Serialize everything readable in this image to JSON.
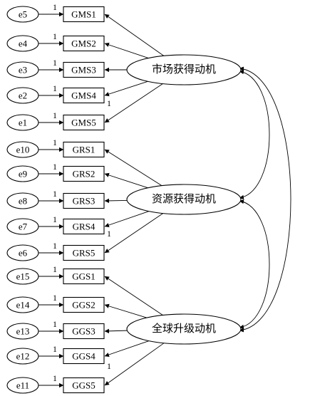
{
  "diagram": {
    "factors": [
      {
        "label": "市场获得动机",
        "indicators": [
          {
            "error": "e5",
            "name": "GMS1",
            "weight": "1"
          },
          {
            "error": "e4",
            "name": "GMS2",
            "weight": "1"
          },
          {
            "error": "e3",
            "name": "GMS3",
            "weight": "1"
          },
          {
            "error": "e2",
            "name": "GMS4",
            "weight": "1"
          },
          {
            "error": "e1",
            "name": "GMS5",
            "weight": "1"
          }
        ],
        "loading": "1"
      },
      {
        "label": "资源获得动机",
        "indicators": [
          {
            "error": "e10",
            "name": "GRS1",
            "weight": "1"
          },
          {
            "error": "e9",
            "name": "GRS2",
            "weight": "1"
          },
          {
            "error": "e8",
            "name": "GRS3",
            "weight": "1"
          },
          {
            "error": "e7",
            "name": "GRS4",
            "weight": "1"
          },
          {
            "error": "e6",
            "name": "GRS5",
            "weight": "1"
          }
        ],
        "loading": "1"
      },
      {
        "label": "全球升级动机",
        "indicators": [
          {
            "error": "e15",
            "name": "GGS1",
            "weight": "1"
          },
          {
            "error": "e14",
            "name": "GGS2",
            "weight": "1"
          },
          {
            "error": "e13",
            "name": "GGS3",
            "weight": "1"
          },
          {
            "error": "e12",
            "name": "GGS4",
            "weight": "1"
          },
          {
            "error": "e11",
            "name": "GGS5",
            "weight": "1"
          }
        ],
        "loading": "1"
      }
    ]
  }
}
